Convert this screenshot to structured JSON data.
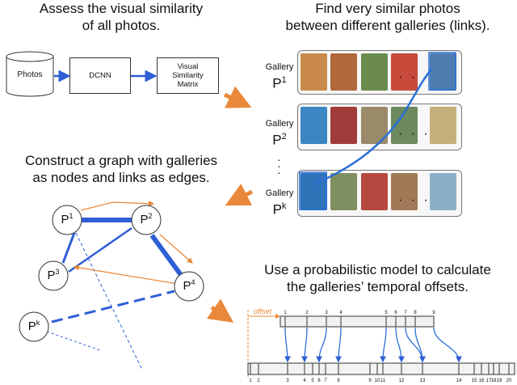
{
  "headings": {
    "assess": [
      "Assess the visual similarity",
      "of all photos."
    ],
    "find": [
      "Find very similar photos",
      "between different galleries (links)."
    ],
    "construct": [
      "Construct a graph with galleries",
      "as nodes and links as edges."
    ],
    "use_model": [
      "Use a probabilistic model to calculate",
      "the galleries’ temporal offsets."
    ]
  },
  "pipeline": {
    "photos": "Photos",
    "dcnn": "DCNN",
    "matrix": [
      "Visual",
      "Similarity",
      "Matrix"
    ]
  },
  "galleries": [
    {
      "label": "Gallery",
      "name": "P",
      "sup": "1",
      "colors": [
        "#c98a4a",
        "#b0683c",
        "#6a8a4e",
        "#c84a3a",
        "#4f7db0"
      ]
    },
    {
      "label": "Gallery",
      "name": "P",
      "sup": "2",
      "colors": [
        "#3d86c4",
        "#a23b3b",
        "#9a8a6a",
        "#6c8a5e",
        "#c4b07a"
      ]
    },
    {
      "label": "Gallery",
      "name": "P",
      "sup": "k",
      "colors": [
        "#2f73b8",
        "#7f8f5f",
        "#b6483f",
        "#a07a56",
        "#8ab0c8"
      ]
    }
  ],
  "graph_nodes": {
    "p1": {
      "name": "P",
      "sup": "1"
    },
    "p2": {
      "name": "P",
      "sup": "2"
    },
    "p3": {
      "name": "P",
      "sup": "3"
    },
    "p4": {
      "name": "P",
      "sup": "4"
    },
    "pk": {
      "name": "P",
      "sup": "k"
    }
  },
  "timeline": {
    "offset_label": "offset",
    "top_numbers": [
      "1",
      "2",
      "3",
      "4",
      "5",
      "6",
      "7",
      "8",
      "9"
    ],
    "bottom_numbers": [
      "1",
      "2",
      "3",
      "4",
      "5",
      "6",
      "7",
      "8",
      "9",
      "10",
      "11",
      "12",
      "13",
      "14",
      "15",
      "16",
      "17",
      "18",
      "19",
      "20"
    ]
  },
  "colors": {
    "edge_blue": "#2f5fd6",
    "orange": "#e9883a",
    "link_blue": "#2a6fd6"
  }
}
